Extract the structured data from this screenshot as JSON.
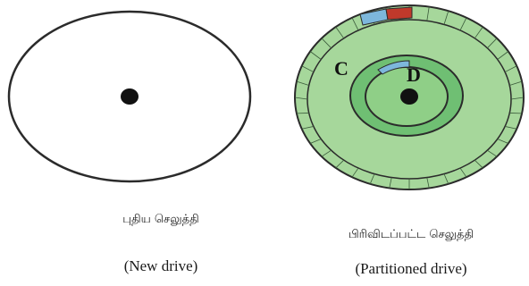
{
  "new_drive": {
    "caption_tamil": "புதிய செலுத்தி",
    "caption_english": "(New drive)"
  },
  "partitioned_drive": {
    "caption_tamil": "பிரிவிடப்பட்ட செலுத்தி",
    "caption_english": "(Partitioned drive)",
    "partition_c_label": "C",
    "partition_d_label": "D"
  },
  "colors": {
    "outline": "#2b2b2b",
    "spindle": "#111111",
    "partition_c": "#a6d79b",
    "partition_d": "#6fbf73",
    "partition_d_inner": "#8fcf87",
    "marker_blue": "#7db7dc",
    "marker_red": "#c0392b"
  }
}
